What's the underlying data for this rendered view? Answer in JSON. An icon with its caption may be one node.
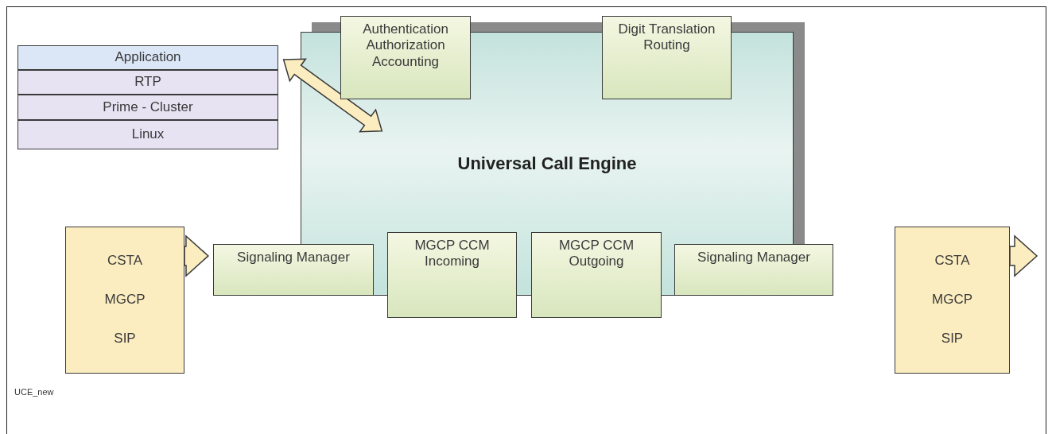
{
  "diagram": {
    "nodes": [
      {
        "text": [
          "Application"
        ]
      },
      {
        "text": [
          "RTP"
        ]
      },
      {
        "text": [
          "Prime - Cluster"
        ]
      },
      {
        "text": [
          "Linux"
        ]
      },
      {
        "text": [
          "Universal Call Engine"
        ]
      },
      {
        "text": [
          "Authentication Authorization Accounting"
        ]
      },
      {
        "text": [
          "Digit Translation Routing"
        ]
      },
      {
        "text": [
          "Signaling Manager"
        ]
      },
      {
        "text": [
          "MGCP CCM Incoming"
        ]
      },
      {
        "text": [
          "MGCP CCM Outgoing"
        ]
      },
      {
        "text": [
          "Signaling Manager"
        ]
      },
      {
        "text": [
          "CSTA",
          "MGCP",
          "SIP"
        ]
      },
      {
        "text": [
          "CSTA",
          "MGCP",
          "SIP"
        ]
      }
    ],
    "edges": [
      {
        "from": 0,
        "to": 4,
        "arrow": "both"
      },
      {
        "from": 11,
        "to": 7,
        "arrow": "to"
      },
      {
        "from": 12,
        "to": null,
        "arrow": "to"
      }
    ],
    "labels": [
      "UCE_new"
    ]
  }
}
